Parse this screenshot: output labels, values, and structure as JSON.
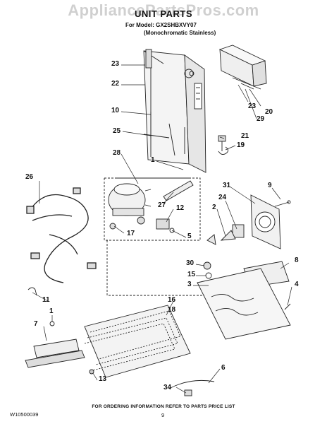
{
  "header": {
    "watermark": "AppliancePartsPros.com",
    "title": "UNIT PARTS",
    "model": "For Model: GX2SHBXVY07",
    "variant": "(Monochromatic Stainless)"
  },
  "callouts": [
    "23",
    "22",
    "10",
    "25",
    "28",
    "1",
    "26",
    "27",
    "12",
    "17",
    "5",
    "31",
    "2",
    "24",
    "9",
    "30",
    "15",
    "3",
    "8",
    "4",
    "11",
    "16",
    "18",
    "1",
    "7",
    "13",
    "6",
    "34",
    "20",
    "29",
    "23",
    "21",
    "19"
  ],
  "footer": {
    "doc_number": "W10500039",
    "notice": "FOR ORDERING INFORMATION REFER TO PARTS PRICE LIST",
    "page_number": "9"
  }
}
